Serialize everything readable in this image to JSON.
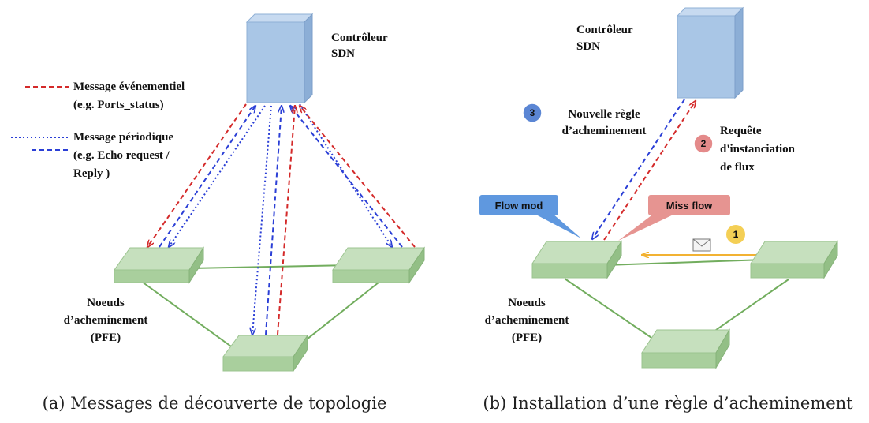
{
  "panel_a": {
    "controller_label_line1": "Contrôleur",
    "controller_label_line2": "SDN",
    "legend": {
      "event_line1": "Message événementiel",
      "event_line2": "(e.g. Ports_status)",
      "periodic_line1": "Message périodique",
      "periodic_line2": "(e.g. Echo request /",
      "periodic_line3": "Reply )"
    },
    "nodes_label_line1": "Noeuds",
    "nodes_label_line2": "d’acheminement",
    "nodes_label_line3": "(PFE)",
    "caption": "(a) Messages de découverte de topologie"
  },
  "panel_b": {
    "controller_label_line1": "Contrôleur",
    "controller_label_line2": "SDN",
    "step3_number": "3",
    "step3_line1": "Nouvelle règle",
    "step3_line2": "d’acheminement",
    "step2_number": "2",
    "step2_line1": "Requête",
    "step2_line2": "d'instanciation",
    "step2_line3": "de flux",
    "step1_number": "1",
    "flow_mod_label": "Flow mod",
    "miss_flow_label": "Miss flow",
    "nodes_label_line1": "Noeuds",
    "nodes_label_line2": "d’acheminement",
    "nodes_label_line3": "(PFE)",
    "caption": "(b) Installation d’une règle d’acheminement"
  },
  "colors": {
    "controller": "#a9c6e6",
    "node": "#b5d6ad",
    "link": "#72ad5e",
    "red_dash": "#d42a2a",
    "blue_dash": "#2b3fd6",
    "step_blue": "#5b86d4",
    "step_red": "#e48a8a",
    "step_yellow": "#f4cf55",
    "callout_blue": "#5f98df",
    "callout_red": "#e69491",
    "arrow_orange": "#f2b233"
  }
}
